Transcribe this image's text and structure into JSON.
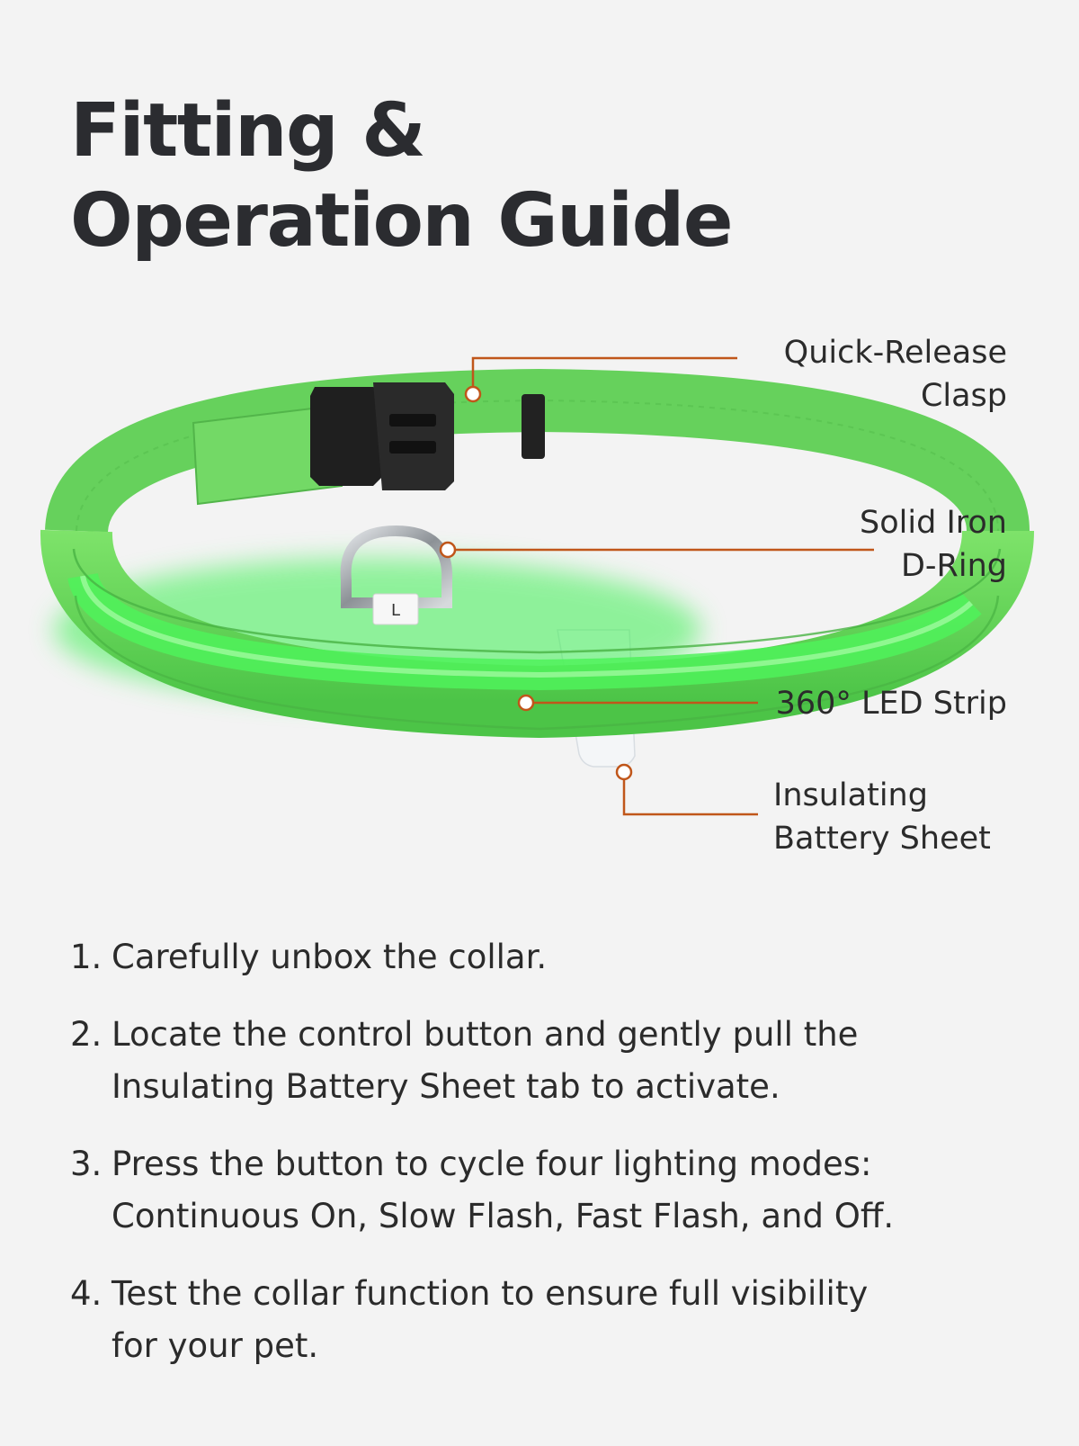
{
  "title": {
    "line1": "Fitting &",
    "line2": "Operation Guide"
  },
  "product": {
    "size_tag": "L",
    "colors": {
      "accent_line": "#c0561a",
      "collar_green": "#5fd65a",
      "led_glow": "#34e64a",
      "buckle": "#1e1e1e",
      "ring": "#9aa0a6"
    }
  },
  "callouts": [
    {
      "lines": [
        "Quick-Release",
        "Clasp"
      ]
    },
    {
      "lines": [
        "Solid Iron",
        "D-Ring"
      ]
    },
    {
      "lines": [
        "360° LED Strip"
      ]
    },
    {
      "lines": [
        "Insulating",
        "Battery Sheet"
      ]
    }
  ],
  "steps": [
    {
      "num": "1.",
      "lines": [
        "Carefully unbox the collar."
      ]
    },
    {
      "num": "2.",
      "lines": [
        "Locate the control button and gently pull the",
        "Insulating Battery Sheet tab to activate."
      ]
    },
    {
      "num": "3.",
      "lines": [
        "Press the button to cycle four lighting modes:",
        "Continuous On, Slow Flash, Fast Flash, and Off."
      ]
    },
    {
      "num": "4.",
      "lines": [
        "Test the collar function to ensure full visibility",
        "for your pet."
      ]
    }
  ]
}
